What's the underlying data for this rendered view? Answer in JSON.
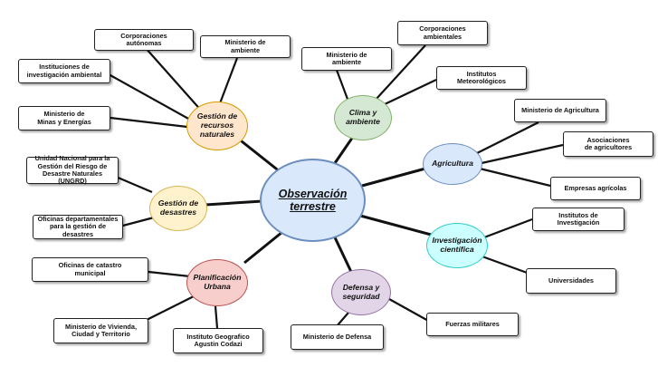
{
  "center": {
    "label": "Observación\nterrestre",
    "fill": "#dae8fc",
    "stroke": "#6c8ebf"
  },
  "themes": [
    {
      "id": "gestion",
      "label": "Gestión de\nrecursos\nnaturales",
      "fill": "#ffe6cc",
      "stroke": "#d79b00",
      "nodes": [
        "Corporaciones\nautónomas",
        "Ministerio de\nambiente",
        "Instituciones de\ninvestigación ambiental",
        "Ministerio de\nMinas y Energías"
      ]
    },
    {
      "id": "clima",
      "label": "Clima y\nambiente",
      "fill": "#d5e8d4",
      "stroke": "#82b366",
      "nodes": [
        "Ministerio de\nambiente",
        "Corporaciones\nambientales",
        "Institutos\nMeteorológicos"
      ]
    },
    {
      "id": "agricultura",
      "label": "Agricultura",
      "fill": "#dae8fc",
      "stroke": "#6c8ebf",
      "nodes": [
        "Ministerio de Agricultura",
        "Asociaciones\nde agricultores",
        "Empresas agrícolas"
      ]
    },
    {
      "id": "investigacion",
      "label": "Investigación\ncientífica",
      "fill": "#ccffff",
      "stroke": "#33cccc",
      "nodes": [
        "Institutos de\nInvestigación",
        "Universidades"
      ]
    },
    {
      "id": "defensa",
      "label": "Defensa y\nseguridad",
      "fill": "#e1d5e7",
      "stroke": "#9673a6",
      "nodes": [
        "Ministerio de Defensa",
        "Fuerzas militares"
      ]
    },
    {
      "id": "planificacion",
      "label": "Planificación\nUrbana",
      "fill": "#f8cecc",
      "stroke": "#b85450",
      "nodes": [
        "Oficinas de catastro\nmunicipal",
        "Ministerio de Vivienda,\nCiudad y Territorio",
        "Instituto Geografico\nAgustin Codazi"
      ]
    },
    {
      "id": "desastres",
      "label": "Gestión de\ndesastres",
      "fill": "#fff2cc",
      "stroke": "#d6b656",
      "nodes": [
        "Unidad Nacional para la\nGestión del Riesgo de\nDesastre Naturales (UNGRD)",
        "Oficinas departamentales\npara la gestión de desastres"
      ]
    }
  ]
}
